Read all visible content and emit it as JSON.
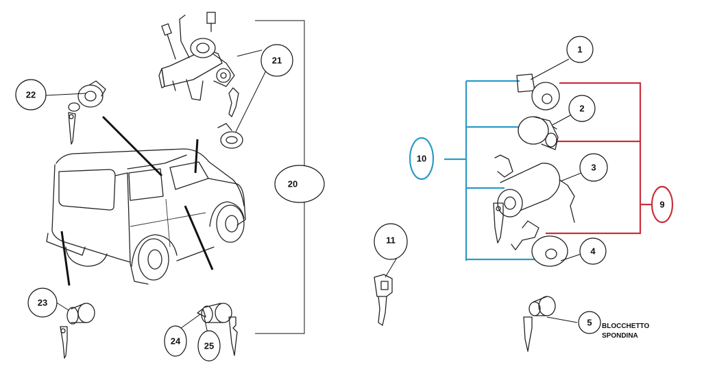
{
  "callouts": {
    "n1": "1",
    "n2": "2",
    "n3": "3",
    "n4": "4",
    "n5": "5",
    "n9": "9",
    "n10": "10",
    "n11": "11",
    "n20": "20",
    "n21": "21",
    "n22": "22",
    "n23": "23",
    "n24": "24",
    "n25": "25"
  },
  "caption_5": {
    "line1": "BLOCCHETTO",
    "line2": "SPONDINA"
  },
  "colors": {
    "group_10": "#2b9ac8",
    "group_9": "#c8303a",
    "ink": "#222222"
  },
  "icons": [
    "ignition-lock-assembly-icon",
    "door-lock-cylinder-icon",
    "key-icon",
    "vehicle-outline-icon"
  ]
}
